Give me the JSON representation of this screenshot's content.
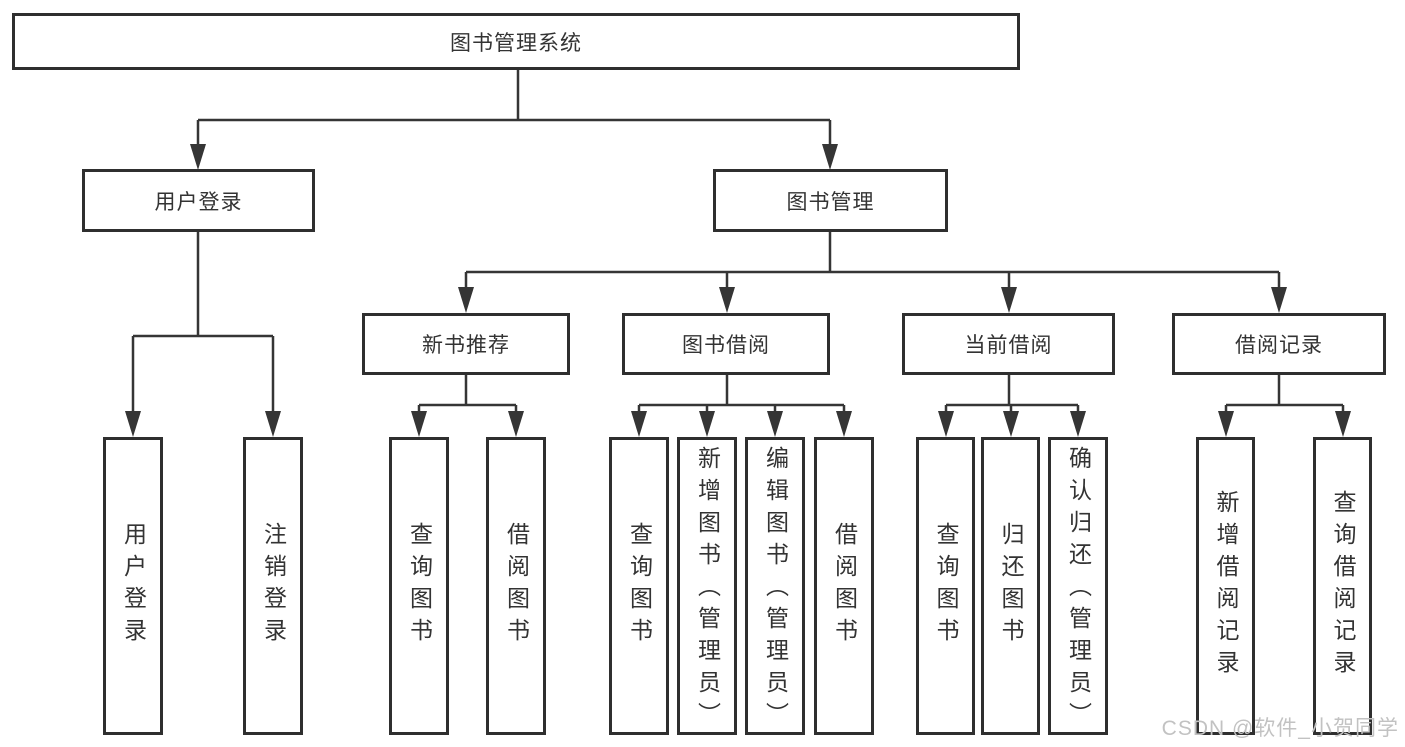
{
  "tree": {
    "root": {
      "label": "图书管理系统",
      "children": [
        {
          "label": "用户登录",
          "children": [
            {
              "label": "用户登录"
            },
            {
              "label": "注销登录"
            }
          ]
        },
        {
          "label": "图书管理",
          "children": [
            {
              "label": "新书推荐",
              "children": [
                {
                  "label": "查询图书"
                },
                {
                  "label": "借阅图书"
                }
              ]
            },
            {
              "label": "图书借阅",
              "children": [
                {
                  "label": "查询图书"
                },
                {
                  "label": "新增图书（管理员）"
                },
                {
                  "label": "编辑图书（管理员）"
                },
                {
                  "label": "借阅图书"
                }
              ]
            },
            {
              "label": "当前借阅",
              "children": [
                {
                  "label": "查询图书"
                },
                {
                  "label": "归还图书"
                },
                {
                  "label": "确认归还（管理员）"
                }
              ]
            },
            {
              "label": "借阅记录",
              "children": [
                {
                  "label": "新增借阅记录"
                },
                {
                  "label": "查询借阅记录"
                }
              ]
            }
          ]
        }
      ]
    }
  },
  "watermark": {
    "text": "CSDN @软件_小贺同学"
  },
  "colors": {
    "line": "#353535",
    "box_border": "#2f2f2f",
    "text": "#333333",
    "watermark": "#c2c2c2"
  }
}
